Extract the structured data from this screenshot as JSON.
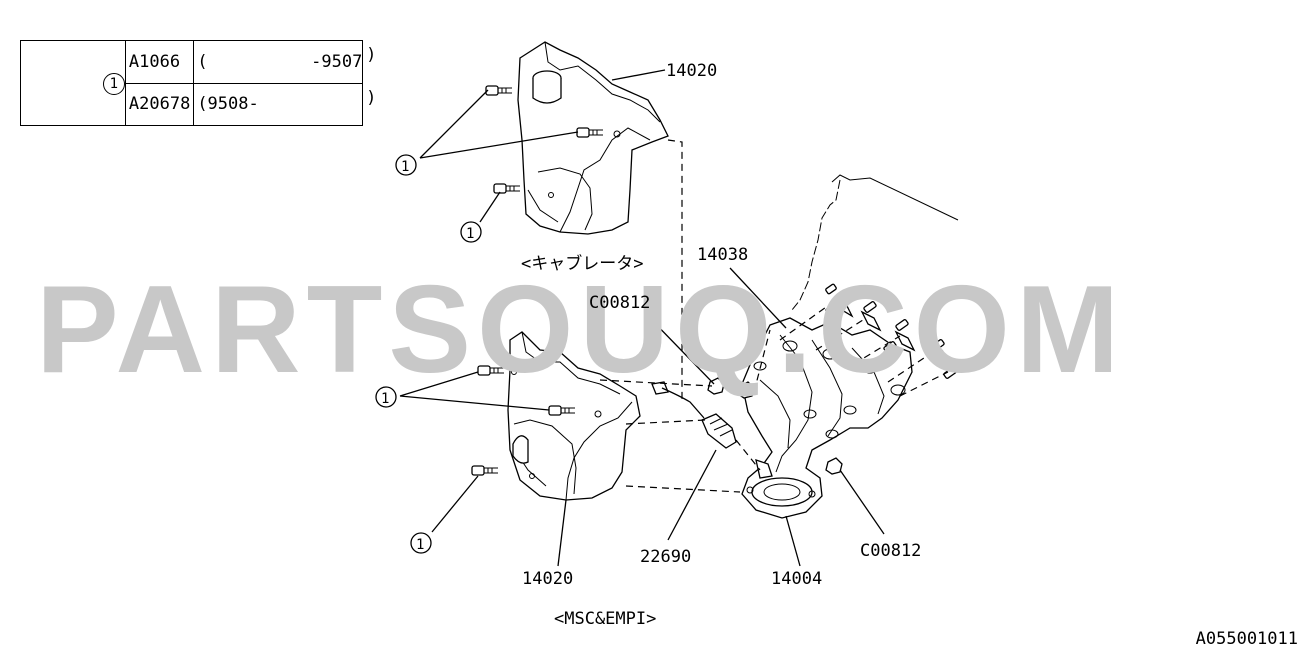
{
  "ref_table": {
    "marker": "1",
    "rows": [
      {
        "part": "A1066",
        "range_open": "(",
        "range_value": "-9507",
        "range_close": ")"
      },
      {
        "part": "A20678",
        "range_open": "(9508-",
        "range_value": "",
        "range_close": ")"
      }
    ]
  },
  "watermark": "PARTSOUQ.COM",
  "variant_labels": {
    "upper": "<キャブレータ>",
    "lower": "<MSC&EMPI>"
  },
  "callouts": {
    "marker": "1",
    "cover_upper": "14020",
    "cover_lower": "14020",
    "gasket": "14038",
    "nut_left": "C00812",
    "nut_right": "C00812",
    "sensor": "22690",
    "manifold": "14004"
  },
  "drawing_code": "A055001011"
}
